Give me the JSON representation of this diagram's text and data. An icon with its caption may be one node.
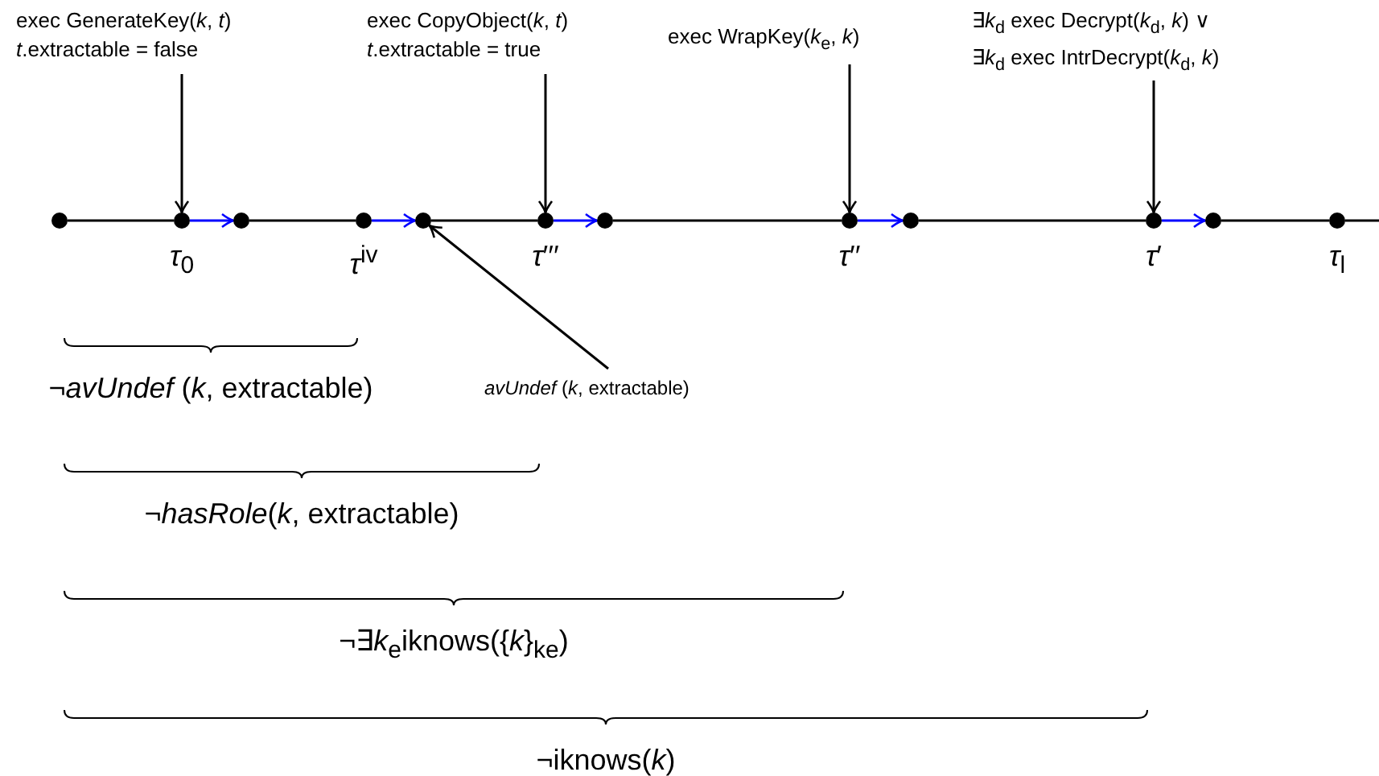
{
  "diagram": {
    "nodes": [
      {
        "text": [
          "exec GenerateKey(*k*, *t*)",
          "*t*.extractable = false"
        ]
      },
      {
        "text": [
          "exec CopyObject(*k*, *t*)",
          "*t*.extractable = true"
        ]
      },
      {
        "text": [
          "exec WrapKey(*k*$_{e}$, *k*)"
        ]
      },
      {
        "text": [
          "∃*k*$_{d}$ exec Decrypt(*k*$_{d}$, *k*) ∨",
          "∃*k*$_{d}$ exec IntrDecrypt(*k*$_{d}$, *k*)"
        ]
      },
      {
        "text": [],
        "shape": "circle"
      },
      {
        "text": [],
        "shape": "circle",
        "beside": [
          "*τ*$_{0}$"
        ]
      },
      {
        "text": [],
        "shape": "circle"
      },
      {
        "text": [],
        "shape": "circle",
        "beside": [
          "*τ*$^{iv}$"
        ]
      },
      {
        "text": [],
        "shape": "circle"
      },
      {
        "text": [],
        "shape": "circle",
        "beside": [
          "*τ*′′′"
        ]
      },
      {
        "text": [],
        "shape": "circle"
      },
      {
        "text": [],
        "shape": "circle",
        "beside": [
          "*τ*′′"
        ]
      },
      {
        "text": [],
        "shape": "circle"
      },
      {
        "text": [],
        "shape": "circle",
        "beside": [
          "*τ*′"
        ]
      },
      {
        "text": [],
        "shape": "circle"
      },
      {
        "text": [],
        "shape": "circle",
        "beside": [
          "*τ*$_{l}$"
        ]
      },
      {
        "text": [
          "*avUndef* (*k*, extractable)"
        ]
      }
    ],
    "edges": [
      {
        "from": 0,
        "to": 5,
        "arrow": "to"
      },
      {
        "from": 1,
        "to": 9,
        "arrow": "to"
      },
      {
        "from": 2,
        "to": 11,
        "arrow": "to"
      },
      {
        "from": 3,
        "to": 13,
        "arrow": "to"
      },
      {
        "from": 4,
        "to": 5,
        "arrow": "none"
      },
      {
        "from": 5,
        "to": 6,
        "arrow": "to",
        "color": "#0000ff"
      },
      {
        "from": 6,
        "to": 7,
        "arrow": "none"
      },
      {
        "from": 7,
        "to": 8,
        "arrow": "to",
        "color": "#0000ff"
      },
      {
        "from": 8,
        "to": 9,
        "arrow": "none"
      },
      {
        "from": 9,
        "to": 10,
        "arrow": "to",
        "color": "#0000ff"
      },
      {
        "from": 10,
        "to": 11,
        "arrow": "none"
      },
      {
        "from": 11,
        "to": 12,
        "arrow": "to",
        "color": "#0000ff"
      },
      {
        "from": 12,
        "to": 13,
        "arrow": "none"
      },
      {
        "from": 13,
        "to": 14,
        "arrow": "to",
        "color": "#0000ff"
      },
      {
        "from": 14,
        "to": 15,
        "arrow": "none"
      },
      {
        "from": 15,
        "to": null,
        "arrow": "none"
      },
      {
        "from": 16,
        "to": 8,
        "arrow": "to"
      }
    ],
    "labels": [
      "¬*avUndef* (*k*, extractable)",
      "¬*hasRole*(*k*, extractable)",
      "¬∃*k*$_{e}$iknows({*k*}$_{ke}$)",
      "¬iknows(*k*)"
    ]
  }
}
